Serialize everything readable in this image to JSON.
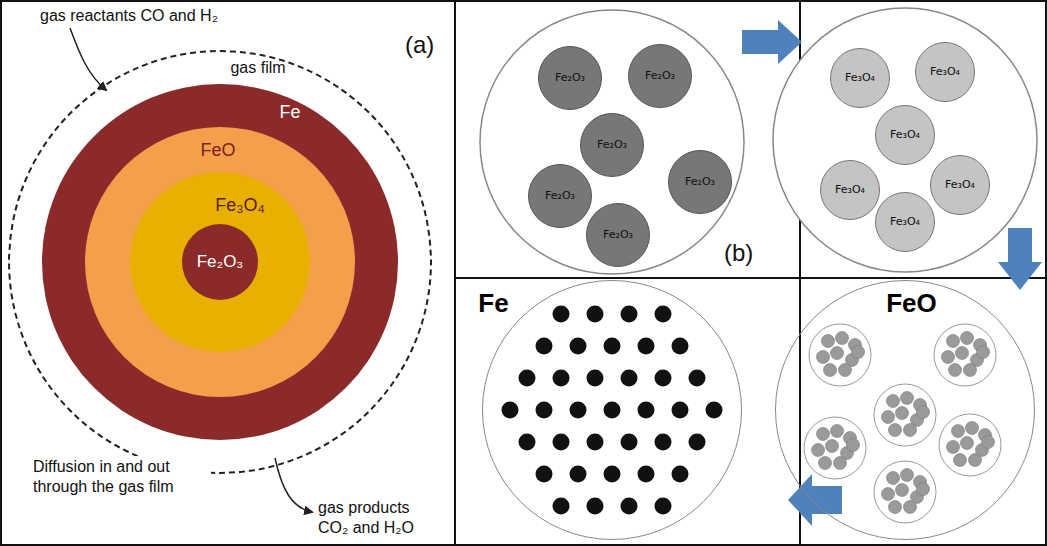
{
  "diagram": {
    "nodes": [
      {
        "text": [
          "gas film"
        ]
      },
      {
        "text": [
          "Fe"
        ],
        "in": 0
      },
      {
        "text": [
          "FeO"
        ],
        "in": 1
      },
      {
        "text": [
          "Fe₃O₄"
        ],
        "in": 2
      },
      {
        "text": [
          "Fe₂O₃"
        ],
        "in": 3
      },
      {
        "text": [
          "Fe₂O₃"
        ]
      },
      {
        "text": [
          "Fe₂O₃"
        ]
      },
      {
        "text": [
          "Fe₂O₃"
        ]
      },
      {
        "text": [
          "Fe₂O₃"
        ]
      },
      {
        "text": [
          "Fe₂O₃"
        ]
      },
      {
        "text": [
          "Fe₂O₃"
        ]
      },
      {
        "text": [
          "Fe₃O₄"
        ]
      },
      {
        "text": [
          "Fe₃O₄"
        ]
      },
      {
        "text": [
          "Fe₃O₄"
        ]
      },
      {
        "text": [
          "Fe₃O₄"
        ]
      },
      {
        "text": [
          "Fe₃O₄"
        ]
      },
      {
        "text": [
          "Fe₃O₄"
        ]
      },
      {
        "text": [
          "Fe"
        ]
      },
      {
        "text": [
          "FeO"
        ]
      }
    ],
    "labels": [
      "gas reactants CO and H₂",
      "(a)",
      "Diffusion in and out through the gas film",
      "gas products CO₂ and H₂O",
      "(b)"
    ]
  }
}
